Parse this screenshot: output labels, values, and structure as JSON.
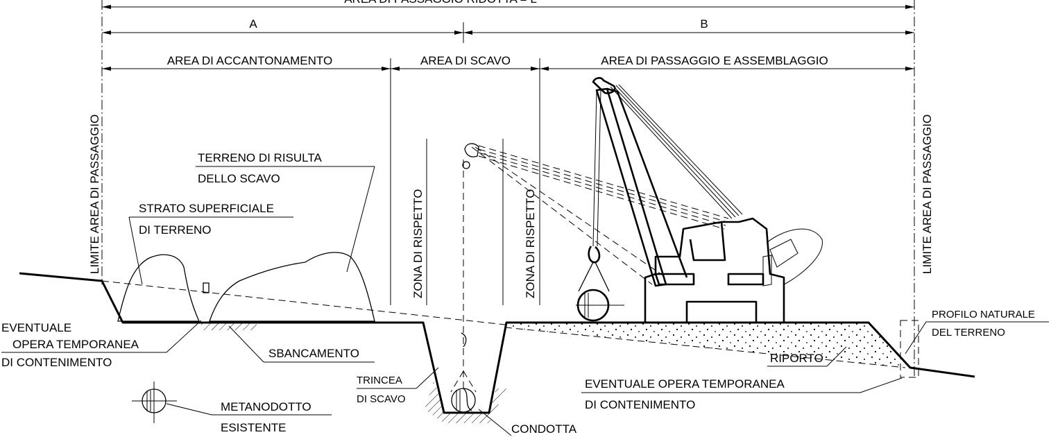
{
  "labels": {
    "top_dimension": "AREA DI PASSAGGIO RIDOTTA = L",
    "dim_a": "A",
    "dim_b": "B",
    "area_accantonamento": "AREA DI ACCANTONAMENTO",
    "area_scavo": "AREA DI SCAVO",
    "area_passaggio_assemblaggio": "AREA DI PASSAGGIO E ASSEMBLAGGIO",
    "limite_left": "LIMITE AREA DI PASSAGGIO",
    "limite_right": "LIMITE AREA DI PASSAGGIO",
    "zona_rispetto_1": "ZONA DI RISPETTO",
    "zona_rispetto_2": "ZONA DI RISPETTO",
    "terreno_risulta_1": "TERRENO DI RISULTA",
    "terreno_risulta_2": "DELLO SCAVO",
    "strato_1": "STRATO SUPERFICIALE",
    "strato_2": "DI TERRENO",
    "eventuale_left_1": "EVENTUALE",
    "eventuale_left_2": "OPERA TEMPORANEA",
    "eventuale_left_3": "DI CONTENIMENTO",
    "sbancamento": "SBANCAMENTO",
    "trincea_1": "TRINCEA",
    "trincea_2": "DI SCAVO",
    "metanodotto_1": "METANODOTTO",
    "metanodotto_2": "ESISTENTE",
    "condotta": "CONDOTTA",
    "riporto": "RIPORTO",
    "eventuale_right_1": "EVENTUALE OPERA TEMPORANEA",
    "eventuale_right_2": "DI CONTENIMENTO",
    "profilo_1": "PROFILO NATURALE",
    "profilo_2": "DEL TERRENO"
  },
  "colors": {
    "line": "#000000",
    "background": "#ffffff"
  }
}
